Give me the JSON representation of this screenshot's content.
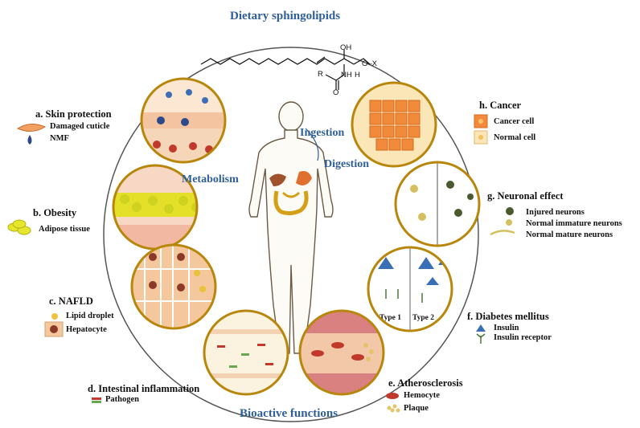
{
  "title": "Dietary sphingolipids",
  "footer": "Bioactive functions",
  "center": {
    "ingestion": "Ingestion",
    "digestion": "Digestion",
    "metabolism": "Metabolism"
  },
  "molecule": {
    "oh": "OH",
    "nh": "NH",
    "h": "H",
    "ox": "O–X",
    "r": "R",
    "o": "O"
  },
  "panels": {
    "a": {
      "title": "a. Skin protection",
      "items": [
        "Damaged cuticle",
        "NMF"
      ]
    },
    "b": {
      "title": "b. Obesity",
      "items": [
        "Adipose tissue"
      ]
    },
    "c": {
      "title": "c. NAFLD",
      "items": [
        "Lipid droplet",
        "Hepatocyte"
      ]
    },
    "d": {
      "title": "d. Intestinal inflammation",
      "items": [
        "Pathogen"
      ]
    },
    "e": {
      "title": "e. Atherosclerosis",
      "items": [
        "Hemocyte",
        "Plaque"
      ]
    },
    "f": {
      "title": "f. Diabetes mellitus",
      "items": [
        "Insulin",
        "Insulin receptor"
      ],
      "insets": [
        "Type 1",
        "Type 2"
      ]
    },
    "g": {
      "title": "g. Neuronal effect",
      "items": [
        "Injured neurons",
        "Normal immature neurons",
        "Normal mature neurons"
      ]
    },
    "h": {
      "title": "h. Cancer",
      "items": [
        "Cancer cell",
        "Normal cell"
      ]
    }
  },
  "colors": {
    "accent": "#2f5f9a",
    "ring": "#b8860b",
    "fat": "#e6e62a",
    "cell": "#f0a050",
    "blood": "#c0392b"
  }
}
